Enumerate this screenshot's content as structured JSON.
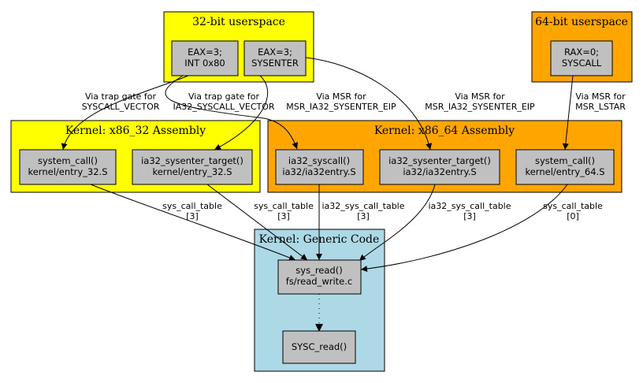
{
  "colors": {
    "yellow": "#ffff00",
    "orange": "#ffa500",
    "lightblue": "#add8e6",
    "node_gray": "#c0c0c0"
  },
  "clusters": {
    "user32": {
      "title": "32-bit userspace"
    },
    "user64": {
      "title": "64-bit userspace"
    },
    "kernel32": {
      "title": "Kernel: x86_32 Assembly"
    },
    "kernel64": {
      "title": "Kernel: x86_64 Assembly"
    },
    "generic": {
      "title": "Kernel: Generic Code"
    }
  },
  "nodes": {
    "int80": [
      "EAX=3;",
      "INT 0x80"
    ],
    "sysenter": [
      "EAX=3;",
      "SYSENTER"
    ],
    "syscall64": [
      "RAX=0;",
      "SYSCALL"
    ],
    "system_call_32": [
      "system_call()",
      "kernel/entry_32.S"
    ],
    "ia32_sysenter_32": [
      "ia32_sysenter_target()",
      "kernel/entry_32.S"
    ],
    "ia32_syscall": [
      "ia32_syscall()",
      "ia32/ia32entry.S"
    ],
    "ia32_sysenter_64": [
      "ia32_sysenter_target()",
      "ia32/ia32entry.S"
    ],
    "system_call_64": [
      "system_call()",
      "kernel/entry_64.S"
    ],
    "sys_read": [
      "sys_read()",
      "fs/read_write.c"
    ],
    "sysc_read": [
      "SYSC_read()"
    ]
  },
  "edge_labels": {
    "int80_to_sc32": [
      "Via trap gate for",
      "SYSCALL_VECTOR"
    ],
    "int80_to_ia32syscall": [
      "Via trap gate for",
      "IA32_SYSCALL_VECTOR"
    ],
    "sysenter_to_ia32sys32": [
      "Via MSR for",
      "MSR_IA32_SYSENTER_EIP"
    ],
    "sysenter_to_ia32sys64": [
      "Via MSR for",
      "MSR_IA32_SYSENTER_EIP"
    ],
    "syscall_to_sc64": [
      "Via MSR for",
      "MSR_LSTAR"
    ],
    "sc32_to_read": [
      "sys_call_table",
      "[3]"
    ],
    "ia32sys32_to_read": [
      "sys_call_table",
      "[3]"
    ],
    "ia32syscall_to_read": [
      "ia32_sys_call_table",
      "[3]"
    ],
    "ia32sys64_to_read": [
      "ia32_sys_call_table",
      "[3]"
    ],
    "sc64_to_read": [
      "sys_call_table",
      "[0]"
    ]
  }
}
